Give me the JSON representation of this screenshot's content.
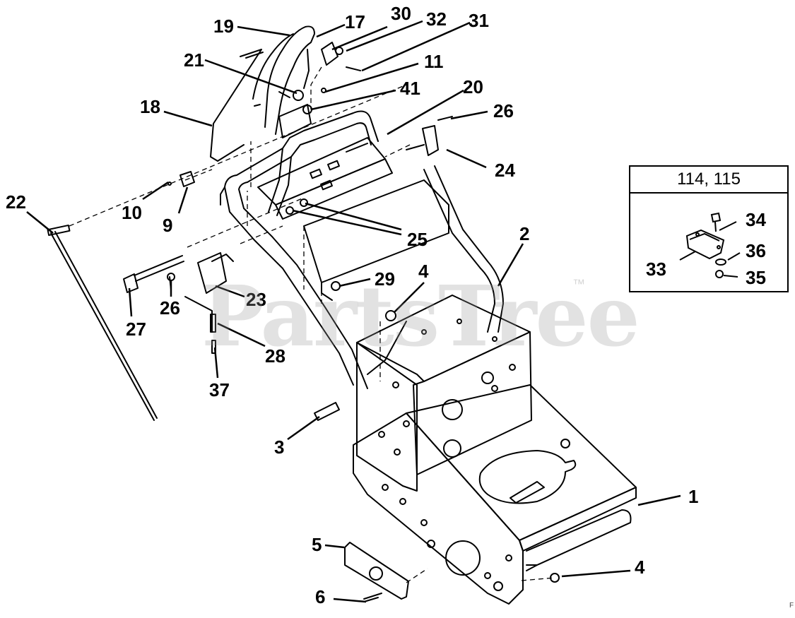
{
  "diagram": {
    "callouts": {
      "c19": "19",
      "c17": "17",
      "c30": "30",
      "c32": "32",
      "c31": "31",
      "c21": "21",
      "c11": "11",
      "c41": "41",
      "c18": "18",
      "c20": "20",
      "c26a": "26",
      "c24": "24",
      "c22": "22",
      "c10": "10",
      "c9": "9",
      "c25": "25",
      "c2": "2",
      "c29": "29",
      "c4a": "4",
      "c23": "23",
      "c26b": "26",
      "c27": "27",
      "c28": "28",
      "c37": "37",
      "c3": "3",
      "c1": "1",
      "c5": "5",
      "c6": "6",
      "c4b": "4"
    },
    "inset": {
      "title": "114, 115",
      "callouts": {
        "c34": "34",
        "c36": "36",
        "c33": "33",
        "c35": "35"
      }
    },
    "watermark": "PartsTree",
    "trademark": "™",
    "corner_mark": "F"
  }
}
